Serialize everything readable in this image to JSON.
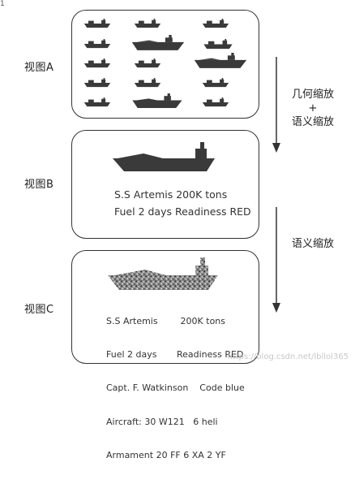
{
  "corner_char": "1",
  "views": {
    "a_label": "视图A",
    "b_label": "视图B",
    "c_label": "视图C"
  },
  "arrows": {
    "first": {
      "line1": "几何缩放",
      "plus": "+",
      "line2": "语义缩放"
    },
    "second": {
      "line1": "语义缩放"
    }
  },
  "view_b": {
    "line1": "S.S Artemis  200K tons",
    "line2": "Fuel 2 days    Readiness RED"
  },
  "view_c": {
    "lines": [
      "S.S Artemis        200K tons",
      "Fuel 2 days       Readiness RED",
      "Capt. F. Watkinson    Code blue",
      "Aircraft: 30 W121   6 heli",
      "Armament 20 FF 6 XA 2 YF"
    ]
  },
  "watermark": "https://blog.csdn.net/lbllol365",
  "colors": {
    "ship_fill": "#3a3a3a",
    "border": "#333333",
    "text": "#222222"
  }
}
